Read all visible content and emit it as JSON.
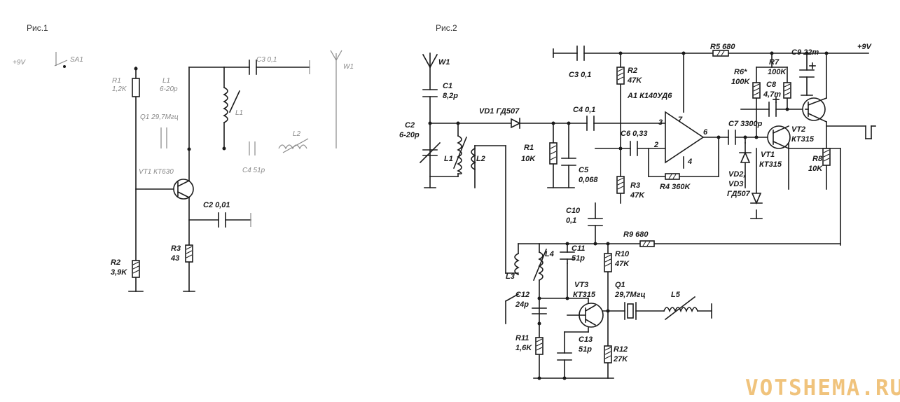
{
  "fig1": {
    "title": "Рис.1",
    "supply": "+9V",
    "switch": "SA1",
    "r1": "R1",
    "r1_val": "1,2K",
    "l1": "L1",
    "l1_val": "6-20p",
    "q1": "Q1 29,7Мгц",
    "vt1": "VT1 КТ630",
    "c3": "C3 0,1",
    "w1": "W1",
    "l1b": "L1",
    "l2": "L2",
    "c4": "C4 51p",
    "c2": "C2 0,01",
    "r2": "R2",
    "r2_val": "3,9K",
    "r3": "R3",
    "r3_val": "43"
  },
  "fig2": {
    "title": "Рис.2",
    "w1": "W1",
    "c1": "C1",
    "c1_val": "8,2p",
    "c2": "C2",
    "c2_val": "6-20p",
    "l1": "L1",
    "l2": "L2",
    "vd1": "VD1 ГД507",
    "c3": "C3 0,1",
    "r5": "R5 680",
    "supply": "+9V",
    "c9": "C9 22m",
    "r2": "R2",
    "r2_val": "47K",
    "a1": "A1 К140УД6",
    "r6": "R6*",
    "r6_val": "100K",
    "r7": "R7",
    "r7_val": "100K",
    "c8": "C8",
    "c8_val": "4,7m",
    "c4": "C4 0,1",
    "c6": "C6 0,33",
    "pin3": "3",
    "pin7": "7",
    "pin2": "2",
    "pin6": "6",
    "pin4": "4",
    "c7": "C7 3300p",
    "vt2": "VT2",
    "vt2_type": "КТ315",
    "vt1": "VT1",
    "vt1_type": "КТ315",
    "r1": "R1",
    "r1_val": "10K",
    "c5": "C5",
    "c5_val": "0,068",
    "r3": "R3",
    "r3_val": "47K",
    "r4": "R4 360K",
    "vd2": "VD2,",
    "vd3": "VD3",
    "vd23_type": "ГД507",
    "r8": "R8",
    "r8_val": "10K",
    "c10": "C10",
    "c10_val": "0,1",
    "r9": "R9 680",
    "l4": "L4",
    "c11": "C11",
    "c11_val": "51p",
    "r10": "R10",
    "r10_val": "47K",
    "l3": "L3",
    "c12": "C12",
    "c12_val": "24p",
    "vt3": "VT3",
    "vt3_type": "КТ315",
    "q1": "Q1",
    "q1_val": "29,7Мгц",
    "l5": "L5",
    "r11": "R11",
    "r11_val": "1,6K",
    "c13": "C13",
    "c13_val": "51p",
    "r12": "R12",
    "r12_val": "27K"
  },
  "watermark": "VOTSHEMA.RU",
  "colors": {
    "ink": "#1a1a1a",
    "watermark": "#f0c37c"
  }
}
